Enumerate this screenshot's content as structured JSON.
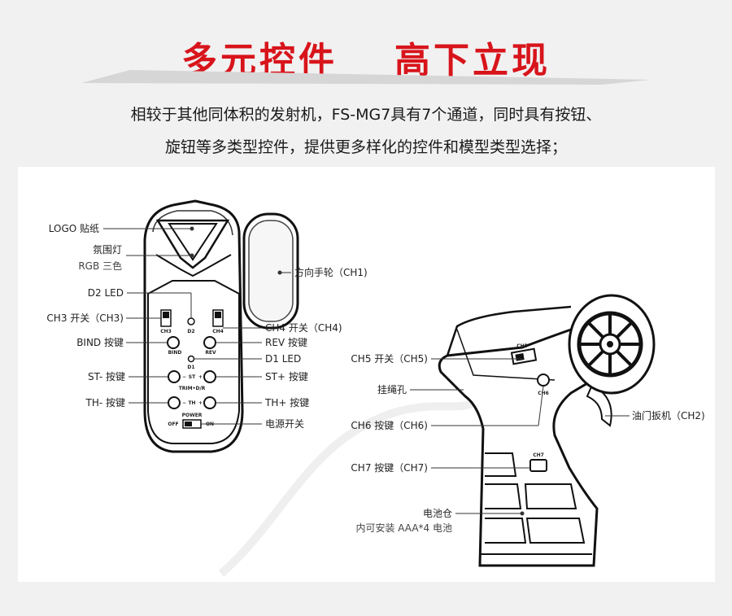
{
  "header": {
    "title_left": "多元控件",
    "title_right": "高下立现",
    "description_line1": "相较于其他同体积的发射机，FS-MG7具有7个通道，同时具有按钮、",
    "description_line2": "旋钮等多类型控件，提供更多样化的控件和模型类型选择；"
  },
  "front_labels": {
    "logo": "LOGO 贴纸",
    "ambient_light": "氛围灯",
    "ambient_light_sub": "RGB 三色",
    "d2_led": "D2 LED",
    "ch3_switch": "CH3 开关（CH3)",
    "bind": "BIND 按键",
    "st_minus": "ST- 按键",
    "th_minus": "TH- 按键",
    "steering_wheel": "方向手轮（CH1)",
    "ch4_switch": "CH4 开关（CH4)",
    "rev": "REV 按键",
    "d1_led": "D1 LED",
    "st_plus": "ST+ 按键",
    "th_plus": "TH+ 按键",
    "power_switch": "电源开关"
  },
  "device_markings": {
    "ch3": "CH3",
    "d2": "D2",
    "ch4": "CH4",
    "bind": "BIND",
    "rev": "REV",
    "d1": "D1",
    "st": "ST",
    "trim_dr": "TRIM•D/R",
    "th": "TH",
    "power": "POWER",
    "off": "OFF",
    "on": "ON",
    "ch5": "CH5",
    "ch6": "CH6",
    "ch7": "CH7"
  },
  "side_labels": {
    "ch5_switch": "CH5 开关（CH5)",
    "lanyard_hole": "挂绳孔",
    "ch6_button": "CH6 按键（CH6)",
    "ch7_button": "CH7 按键（CH7)",
    "battery_box": "电池仓",
    "battery_note": "内可安装 AAA*4 电池",
    "throttle_trigger": "油门扳机（CH2)"
  }
}
